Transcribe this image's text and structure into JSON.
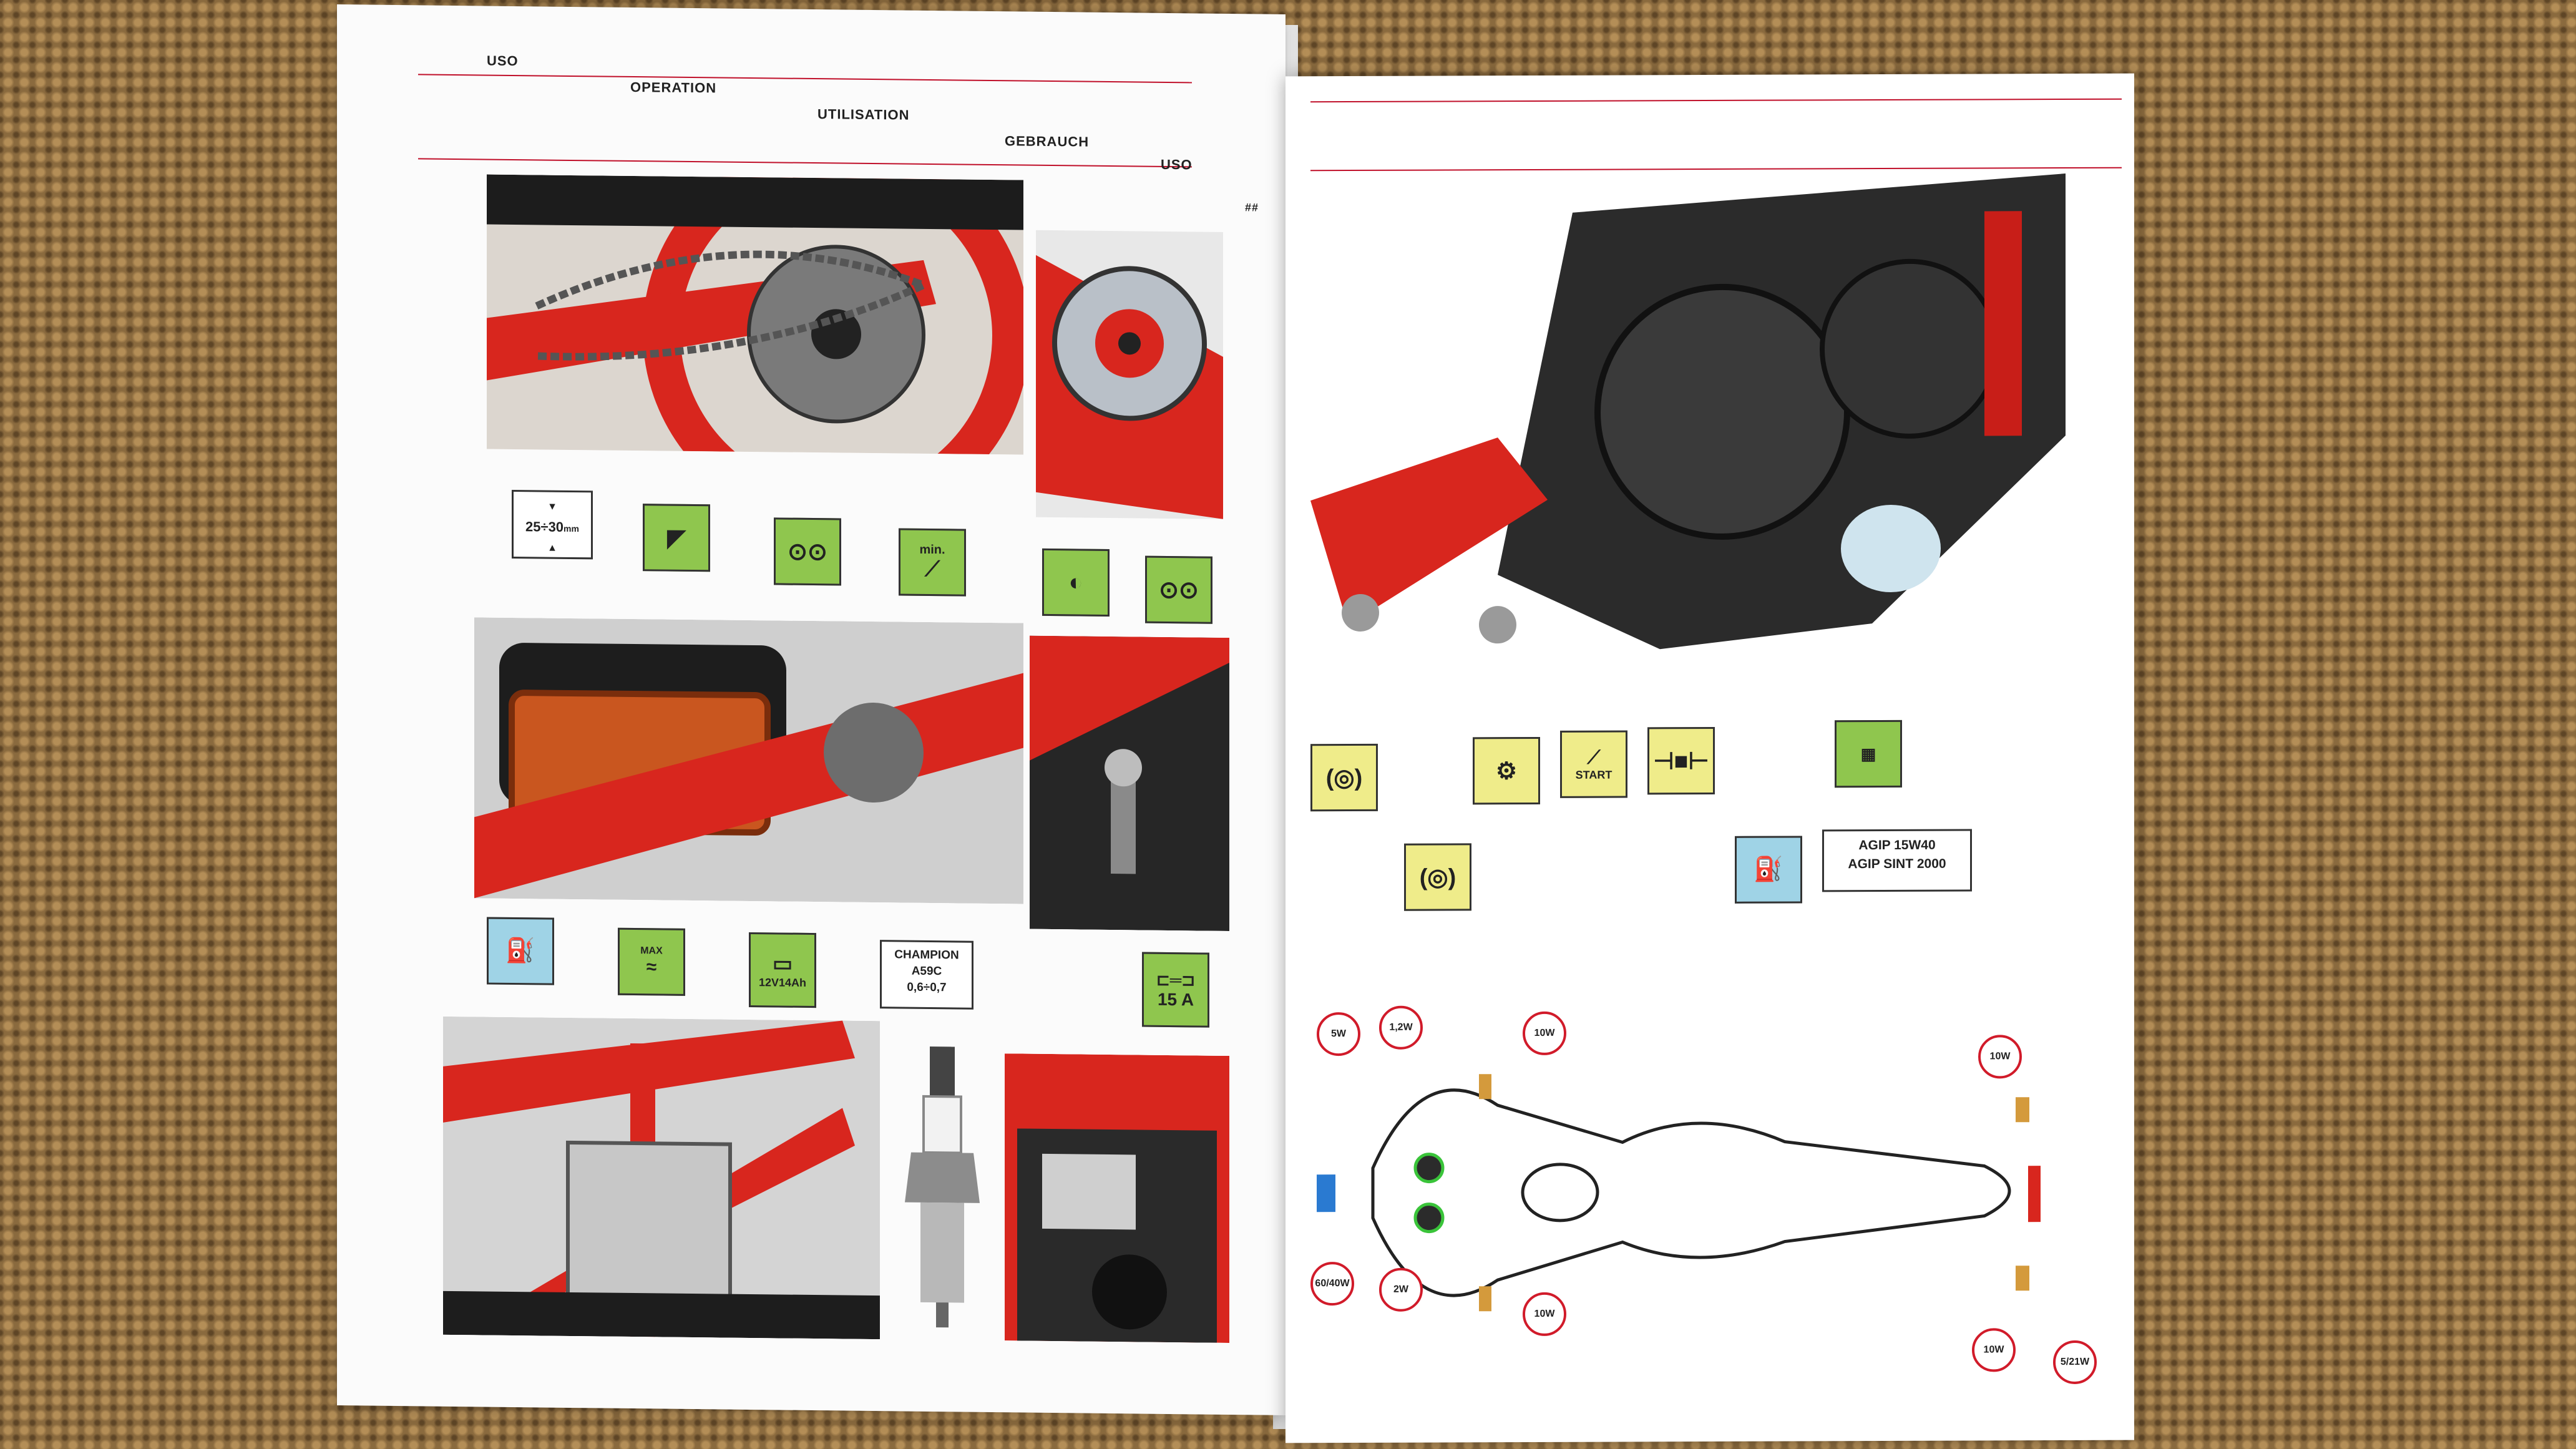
{
  "left_page": {
    "headers": [
      "USO",
      "OPERATION",
      "UTILISATION",
      "GEBRAUCH",
      "USO"
    ],
    "corner_mark": "##",
    "chain_slack_label": "25÷30",
    "chain_slack_unit": "mm",
    "min_label": "min.",
    "battery_label": "12V14Ah",
    "plug": {
      "brand": "CHAMPION",
      "model": "A59C",
      "gap": "0,6÷0,7"
    },
    "fuse_label": "15 A",
    "max_label": "MAX"
  },
  "right_page": {
    "start_label": "START",
    "oil": {
      "line1": "AGIP 15W40",
      "line2": "AGIP SINT 2000"
    },
    "bulbs": {
      "front_left_top": "5W",
      "front_mid_top": "1,2W",
      "front_right_top": "10W",
      "front_left_bottom": "60/40W",
      "front_mid_bottom": "2W",
      "front_right_bottom": "10W",
      "rear_top": "10W",
      "rear_bottom_left": "10W",
      "rear_bottom_right": "5/21W"
    }
  },
  "colors": {
    "accent_red": "#c0102a",
    "icon_green": "#8fc64e",
    "icon_blue": "#9fd3e6",
    "icon_yellow": "#efec8a",
    "frame_red": "#d8261e"
  }
}
